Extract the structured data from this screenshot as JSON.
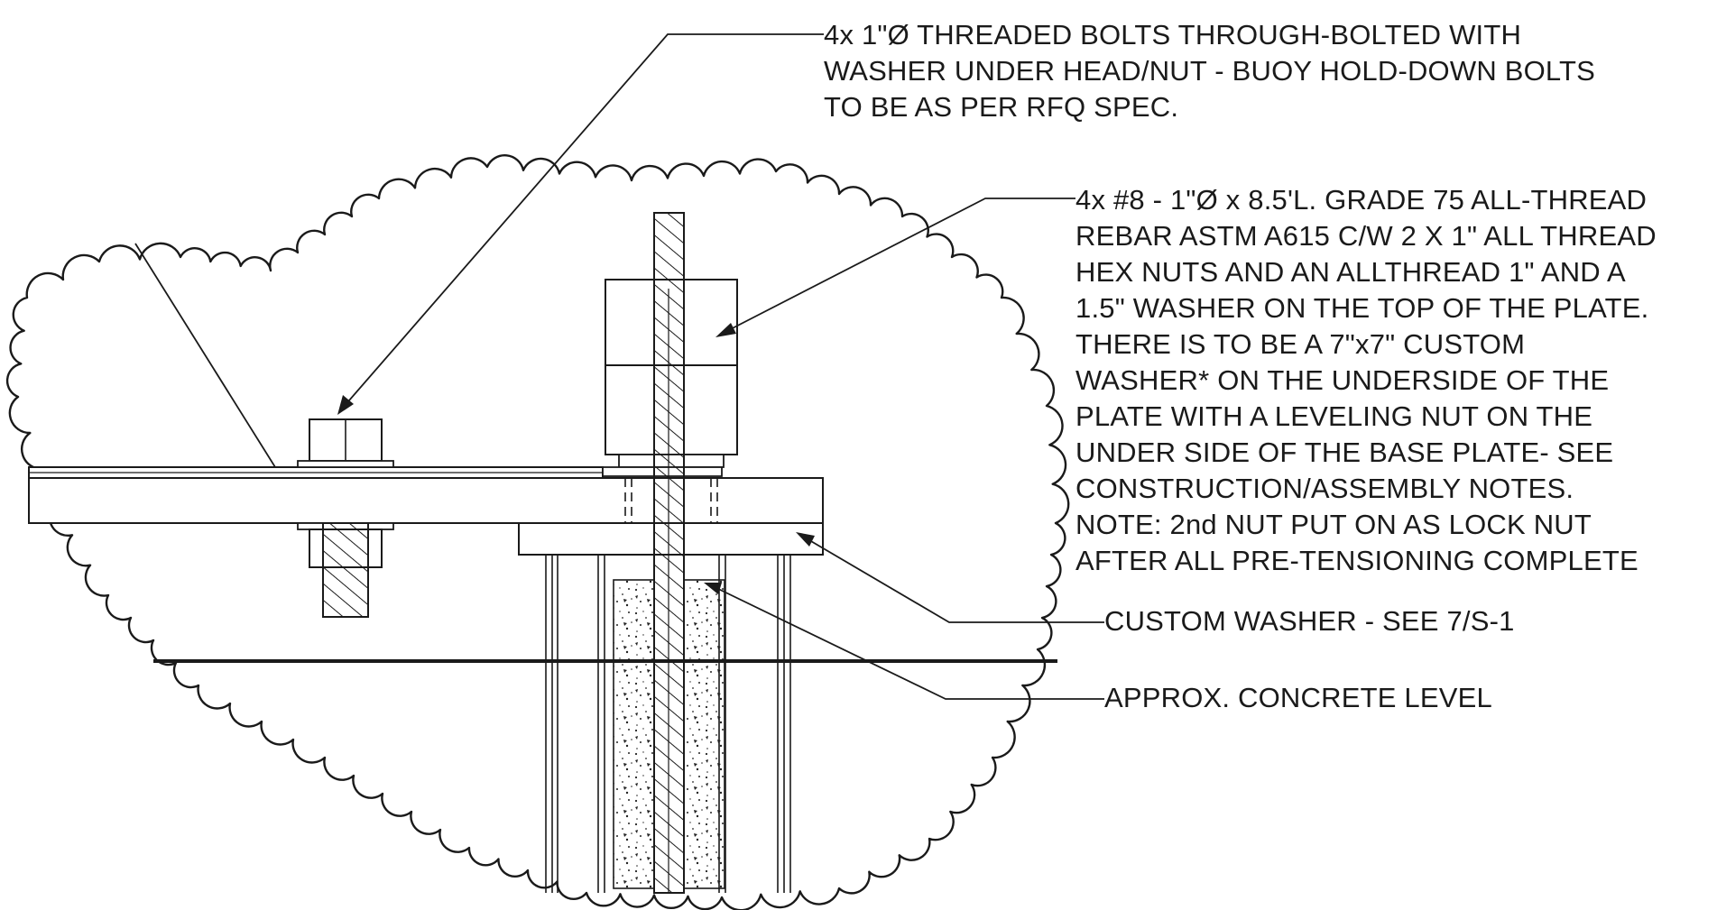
{
  "notes": {
    "bolts": {
      "lines": [
        "4x 1\"Ø THREADED BOLTS THROUGH-BOLTED WITH",
        "WASHER UNDER HEAD/NUT - BUOY HOLD-DOWN BOLTS",
        "TO BE AS PER RFQ SPEC."
      ]
    },
    "rebar": {
      "lines": [
        "4x #8 - 1\"Ø x 8.5'L. GRADE 75 ALL-THREAD",
        "REBAR ASTM A615 C/W 2 X 1\" ALL THREAD",
        "HEX NUTS AND AN ALLTHREAD 1\" AND A",
        "1.5\" WASHER ON THE TOP OF THE PLATE.",
        "THERE IS TO BE A 7\"x7\" CUSTOM",
        "WASHER* ON THE UNDERSIDE OF THE",
        "PLATE WITH A LEVELING NUT ON THE",
        "UNDER SIDE OF THE BASE PLATE- SEE",
        "CONSTRUCTION/ASSEMBLY NOTES.",
        "NOTE: 2nd NUT PUT ON AS LOCK NUT",
        "AFTER ALL PRE-TENSIONING COMPLETE"
      ]
    },
    "washer": {
      "text": "CUSTOM WASHER - SEE 7/S-1"
    },
    "concrete": {
      "text": "APPROX. CONCRETE LEVEL"
    }
  },
  "colors": {
    "ink": "#1a1a1a",
    "paper": "#ffffff"
  }
}
